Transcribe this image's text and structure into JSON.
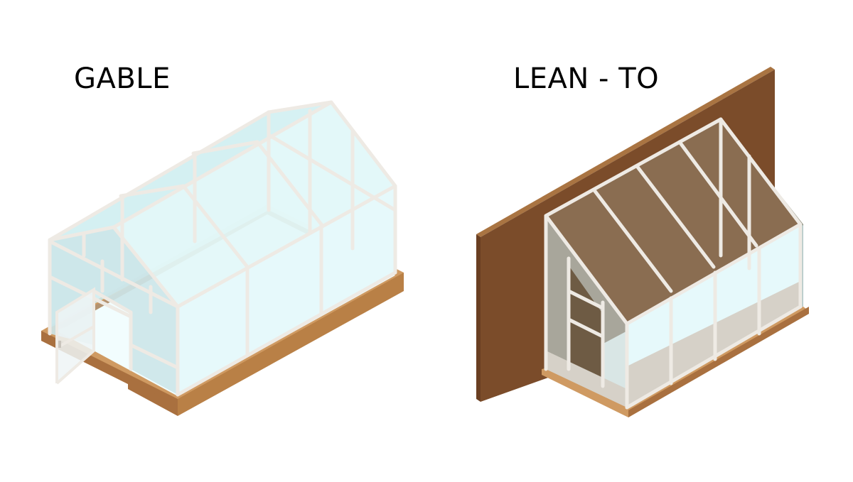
{
  "diagram": {
    "type": "illustration",
    "subject": "greenhouse types (isometric)",
    "items": [
      {
        "id": "gable",
        "label": "GABLE",
        "features": [
          "pitched gable roof",
          "glass walls",
          "open hinged door",
          "wooden base"
        ]
      },
      {
        "id": "lean-to",
        "label": "LEAN - TO",
        "features": [
          "single-slope roof",
          "attached to brown wall",
          "glass walls",
          "side door",
          "wooden base"
        ]
      }
    ]
  },
  "colors": {
    "background": "#ffffff",
    "text": "#000000",
    "frame": "#eeeae4",
    "frame_shadow": "#c9c4bc",
    "glass": "#e6f9fb",
    "glass_tint": "#c7e8ec",
    "glass_dark": "#b3d4d8",
    "wood_top": "#cf9a62",
    "wood_side": "#a9703f",
    "wall_front": "#7b4c2a",
    "wall_top": "#a97442",
    "leanto_roof": "#8a6d51",
    "leanto_shadow": "#6e5b44",
    "leanto_inner": "#7f7f6d"
  }
}
